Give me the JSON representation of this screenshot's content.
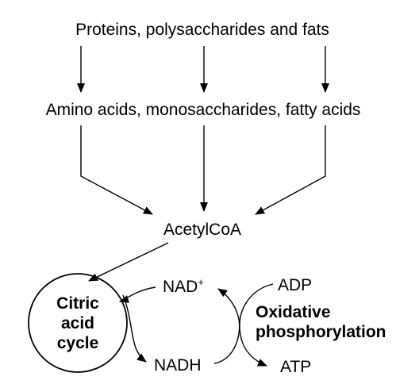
{
  "nodes": {
    "macromolecules": "Proteins, polysaccharides and fats",
    "monomers": "Amino acids, monosaccharides, fatty acids",
    "acetyl_coa": "AcetylCoA",
    "citric_line1": "Citric",
    "citric_line2": "acid",
    "citric_line3": "cycle",
    "nad": "NAD",
    "nad_sup": "+",
    "nadh": "NADH",
    "oxidative_line1": "Oxidative",
    "oxidative_line2": "phosphorylation",
    "adp": "ADP",
    "atp": "ATP"
  }
}
